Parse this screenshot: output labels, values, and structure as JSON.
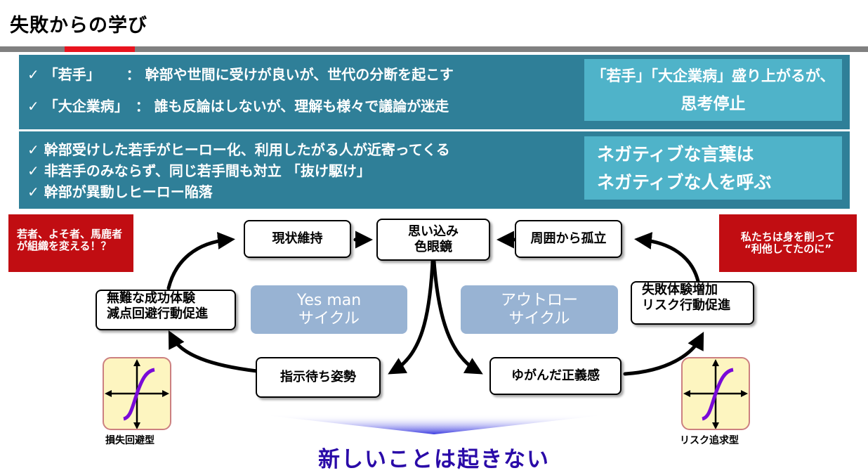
{
  "title": "失敗からの学び",
  "panel1": {
    "lines": [
      "✓ 「若手」　　 ： 幹部や世間に受けが良いが、世代の分断を起こす",
      "✓ 「大企業病」　： 誰も反論はしないが、理解も様々で議論が迷走"
    ],
    "callout": [
      "「若手」「大企業病」盛り上がるが、",
      "思考停止"
    ]
  },
  "panel2": {
    "lines": [
      "✓ 幹部受けした若手がヒーロー化、利用したがる人が近寄ってくる",
      "✓ 非若手のみならず、同じ若手間も対立 「抜け駆け」",
      "✓ 幹部が異動しヒーロー陥落"
    ],
    "callout": [
      "ネガティブな言葉は",
      "ネガティブな人を呼ぶ"
    ]
  },
  "red_left": [
    "若者、よそ者、馬鹿者",
    "が組織を変える！？"
  ],
  "red_right": [
    "私たちは身を削って",
    "“利他してたのに”"
  ],
  "nodes": {
    "status_quo": "現状維持",
    "assumption": [
      "思い込み",
      "色眼鏡"
    ],
    "isolation": "周囲から孤立",
    "safe_success": [
      "無難な成功体験",
      "減点回避行動促進"
    ],
    "failure_increase": [
      "失敗体験増加",
      "リスク行動促進"
    ],
    "waiting": "指示待ち姿勢",
    "distorted_justice": "ゆがんだ正義感"
  },
  "cycles": {
    "yes_man": [
      "Yes man",
      "サイクル"
    ],
    "outlaw": [
      "アウトロー",
      "サイクル"
    ]
  },
  "icons": {
    "left_label": "損失回避型",
    "right_label": "リスク追求型"
  },
  "bottom": "新しいことは起きない",
  "colors": {
    "panel": "#2f7f98",
    "callout": "#4fb3c9",
    "red": "#c10d12",
    "cycle": "#98b3d3",
    "bottom_text": "#2a0aa8",
    "curve": "#7a0ad8"
  }
}
